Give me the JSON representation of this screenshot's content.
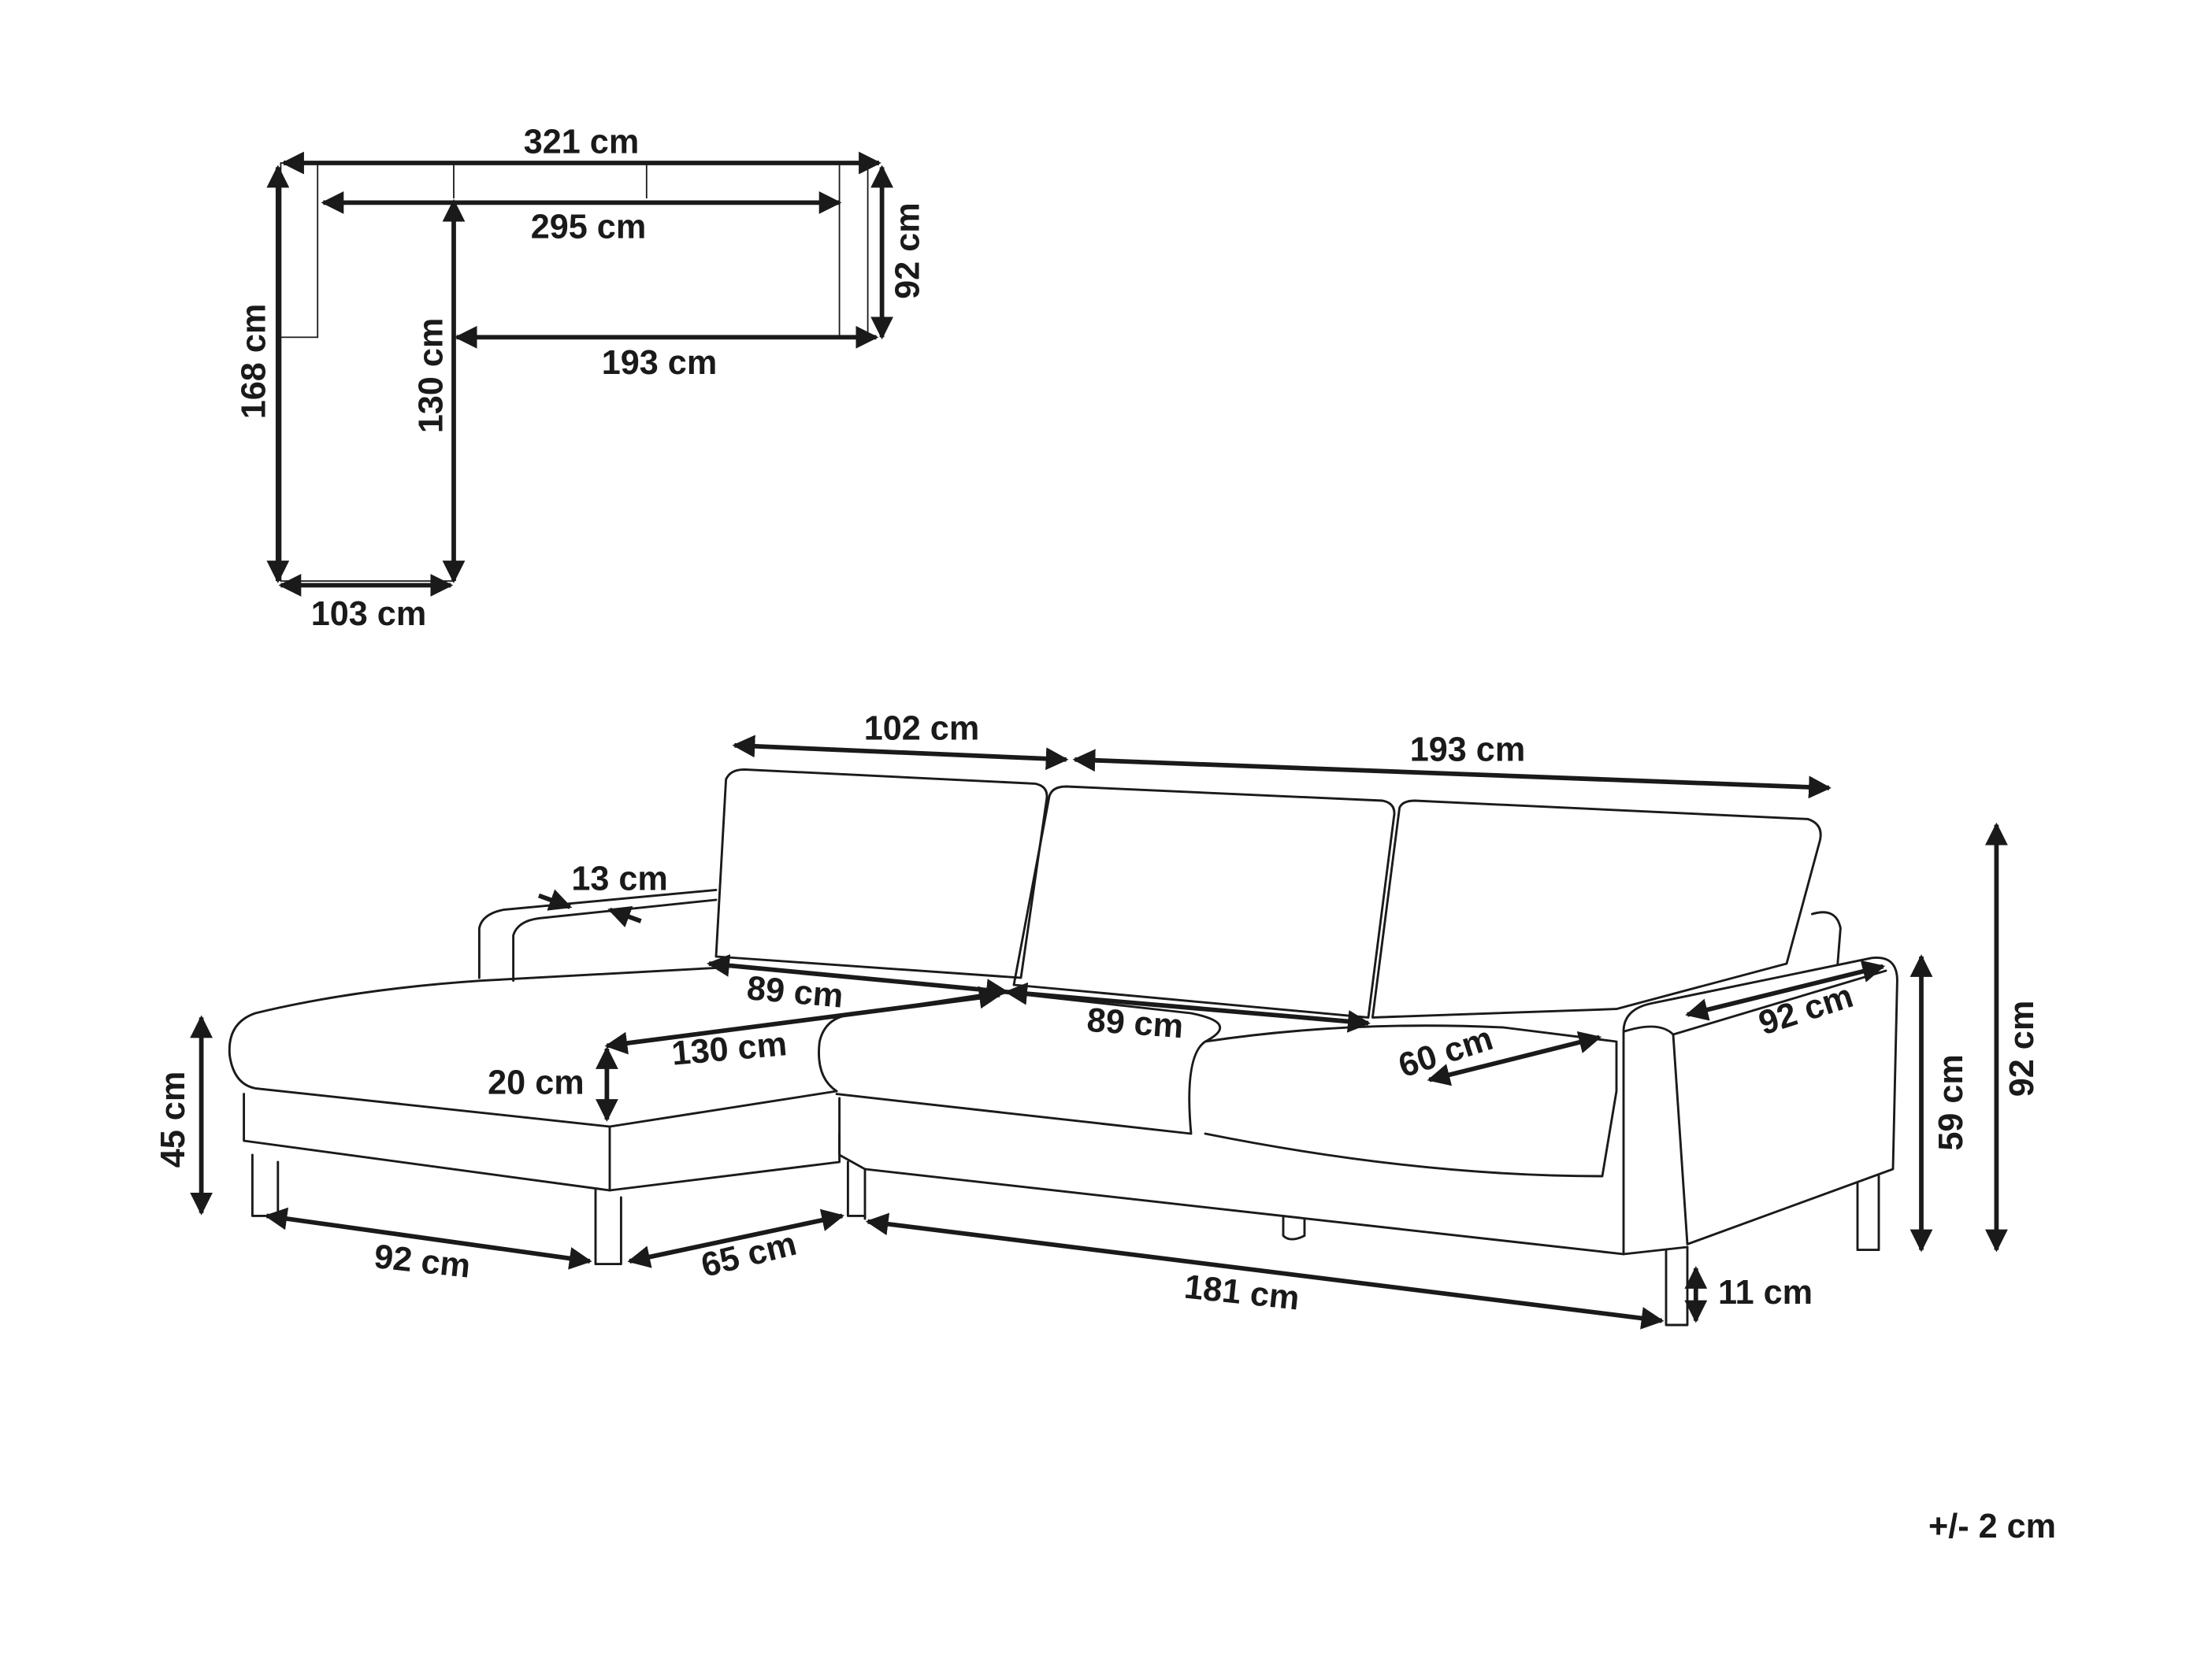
{
  "floor_plan": {
    "total_width": "321 cm",
    "inner_width": "295 cm",
    "depth_main": "92 cm",
    "total_length": "168 cm",
    "chaise_inner_length": "130 cm",
    "main_inner_width": "193 cm",
    "chaise_width": "103 cm"
  },
  "sofa": {
    "chaise_back_width": "102 cm",
    "main_back_width": "193 cm",
    "armrest_width": "13 cm",
    "seat_cushion_1": "89 cm",
    "seat_cushion_2": "89 cm",
    "chaise_seat_length": "130 cm",
    "cushion_thickness": "20 cm",
    "seat_depth": "60 cm",
    "armrest_depth": "92 cm",
    "seat_height": "45 cm",
    "armrest_height": "59 cm",
    "total_height": "92 cm",
    "chaise_base_width": "92 cm",
    "chaise_base_depth": "65 cm",
    "main_base_width": "181 cm",
    "leg_height": "11 cm"
  },
  "tolerance": "+/- 2 cm"
}
